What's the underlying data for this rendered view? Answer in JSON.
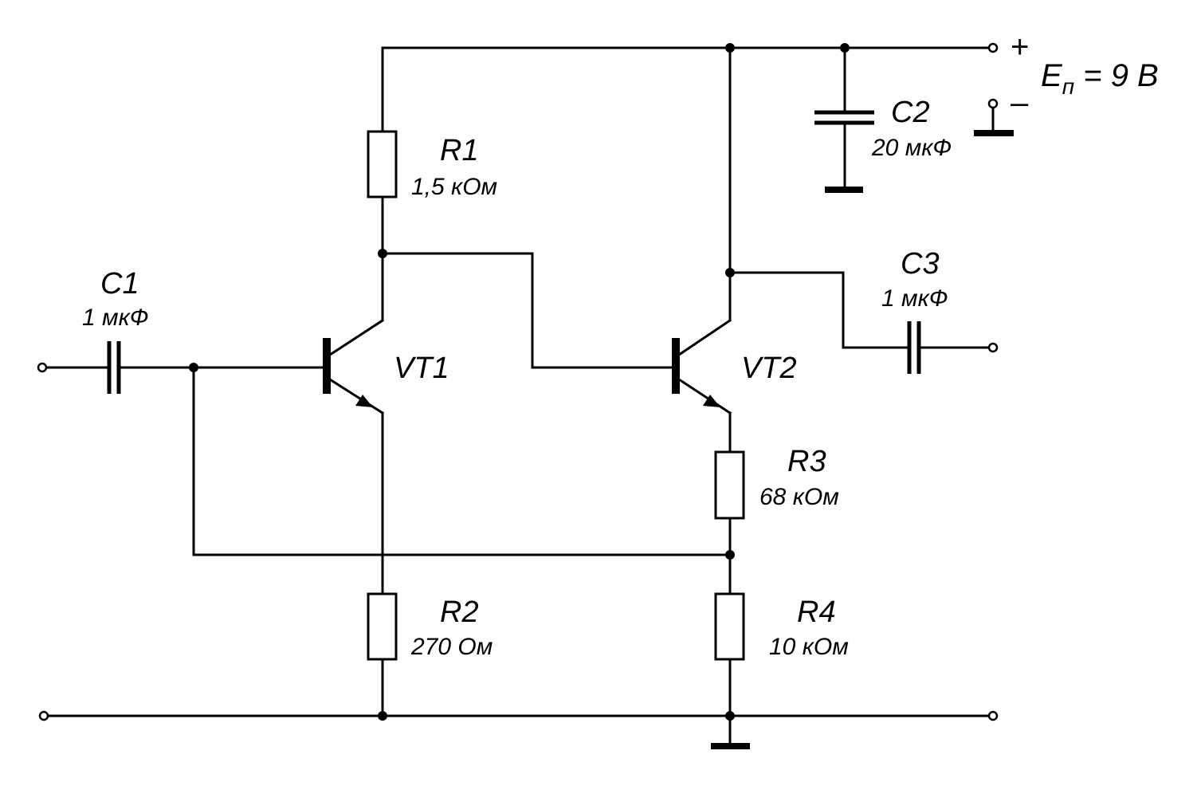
{
  "components": {
    "r1": {
      "name": "R1",
      "value": "1,5 кОм"
    },
    "r2": {
      "name": "R2",
      "value": "270 Ом"
    },
    "r3": {
      "name": "R3",
      "value": "68 кОм"
    },
    "r4": {
      "name": "R4",
      "value": "10 кОм"
    },
    "c1": {
      "name": "C1",
      "value": "1 мкФ"
    },
    "c2": {
      "name": "C2",
      "value": "20 мкФ"
    },
    "c3": {
      "name": "C3",
      "value": "1 мкФ"
    },
    "vt1": {
      "name": "VT1"
    },
    "vt2": {
      "name": "VT2"
    }
  },
  "supply": {
    "plus": "+",
    "minus": "–",
    "label_main": "E",
    "label_sub": "п",
    "label_value": " = 9 В"
  }
}
